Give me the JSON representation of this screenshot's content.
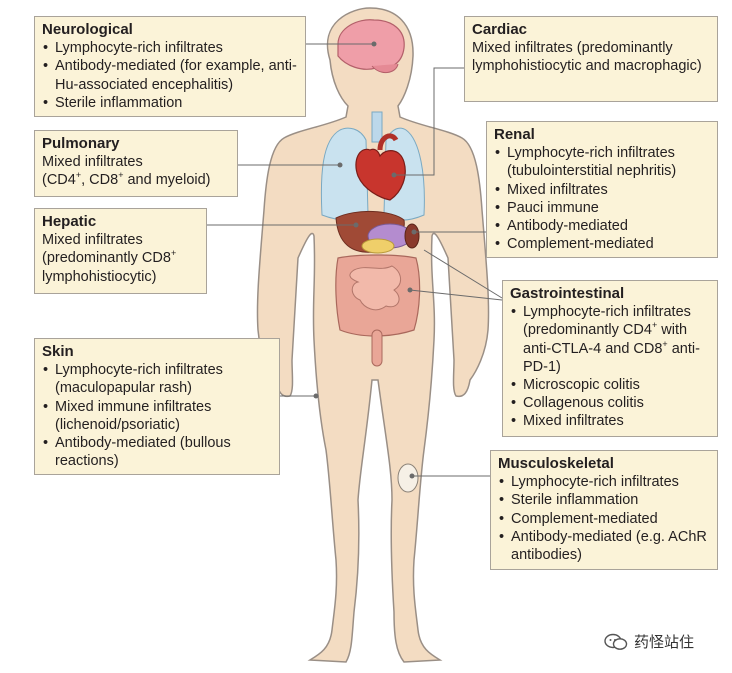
{
  "panels": {
    "neurological": {
      "title": "Neurological",
      "items": [
        "Lymphocyte-rich infiltrates",
        "Antibody-mediated (for example, anti-Hu-associated encephalitis)",
        "Sterile inflammation"
      ]
    },
    "pulmonary": {
      "title": "Pulmonary",
      "line1": "Mixed infiltrates",
      "line2_a": "(CD4",
      "sup1": "+",
      "line2_b": ", CD8",
      "sup2": "+",
      "line2_c": " and myeloid)"
    },
    "hepatic": {
      "title": "Hepatic",
      "line1": "Mixed infiltrates",
      "line2_a": "(predominantly CD8",
      "sup1": "+",
      "line3": "lymphohistiocytic)"
    },
    "skin": {
      "title": "Skin",
      "items": [
        "Lymphocyte-rich infiltrates (maculopapular rash)",
        "Mixed immune infiltrates (lichenoid/psoriatic)",
        "Antibody-mediated (bullous reactions)"
      ]
    },
    "cardiac": {
      "title": "Cardiac",
      "text": "Mixed infiltrates (predominantly lymphohistiocytic and macrophagic)"
    },
    "renal": {
      "title": "Renal",
      "items": [
        "Lymphocyte-rich infiltrates (tubulointerstitial nephritis)",
        "Mixed infiltrates",
        "Pauci immune",
        "Antibody-mediated",
        "Complement-mediated"
      ]
    },
    "gastrointestinal": {
      "title": "Gastrointestinal",
      "item1_a": "Lymphocyte-rich infiltrates (predominantly CD4",
      "item1_sup1": "+",
      "item1_b": " with anti-CTLA-4 and CD8",
      "item1_sup2": "+",
      "item1_c": " anti-PD-1)",
      "items": [
        "Microscopic colitis",
        "Collagenous colitis",
        "Mixed infiltrates"
      ]
    },
    "musculoskeletal": {
      "title": "Musculoskeletal",
      "items": [
        "Lymphocyte-rich infiltrates",
        "Sterile inflammation",
        "Complement-mediated",
        "Antibody-mediated (e.g. AChR antibodies)"
      ]
    }
  },
  "watermark": {
    "text": "药怪站住",
    "icon": "wechat-icon"
  },
  "colors": {
    "panel_fill": "#fbf3d8",
    "panel_border": "#a9a39a",
    "skin": "#f3dcc2",
    "body_outline": "#9a8f86"
  }
}
